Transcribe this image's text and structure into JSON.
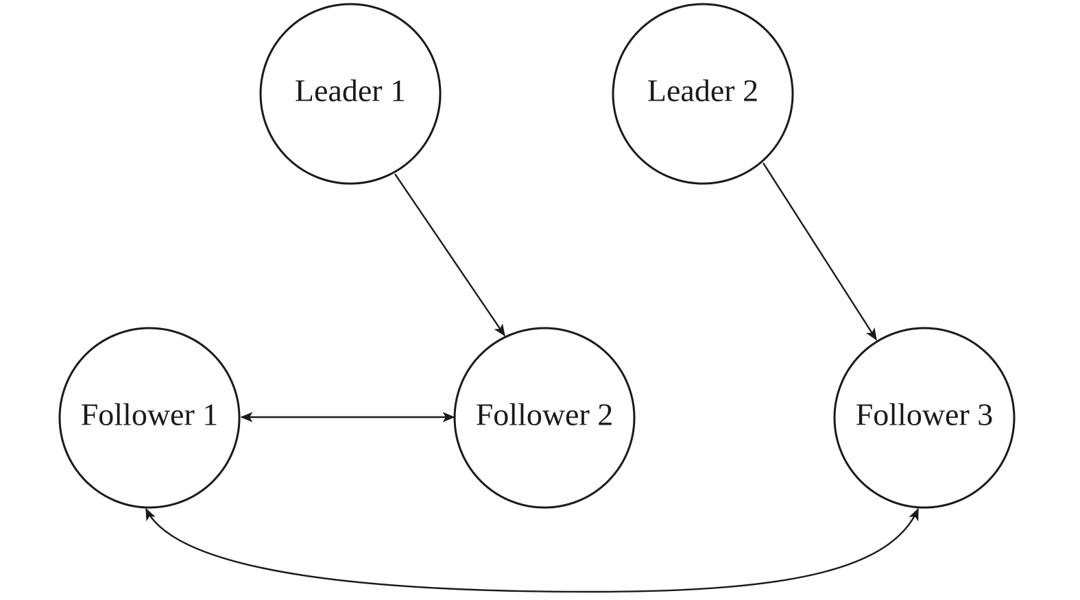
{
  "nodes": [
    {
      "id": "leader-1",
      "label": "Leader 1"
    },
    {
      "id": "leader-2",
      "label": "Leader 2"
    },
    {
      "id": "follower-1",
      "label": "Follower 1"
    },
    {
      "id": "follower-2",
      "label": "Follower 2"
    },
    {
      "id": "follower-3",
      "label": "Follower 3"
    }
  ],
  "edges": [
    {
      "from": "Leader 1",
      "to": "Follower 2",
      "direction": "one-way"
    },
    {
      "from": "Leader 2",
      "to": "Follower 3",
      "direction": "one-way"
    },
    {
      "from": "Follower 1",
      "to": "Follower 2",
      "direction": "two-way"
    },
    {
      "from": "Follower 1",
      "to": "Follower 3",
      "direction": "two-way"
    }
  ],
  "colors": {
    "stroke": "#1a1a1a",
    "background": "#ffffff"
  }
}
